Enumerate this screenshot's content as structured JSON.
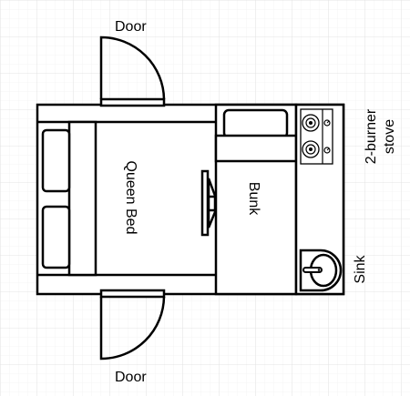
{
  "labels": {
    "door_top": "Door",
    "door_bottom": "Door",
    "queen_bed": "Queen Bed",
    "bunk": "Bunk",
    "stove_line1": "2-burner",
    "stove_line2": "stove",
    "sink": "Sink"
  },
  "colors": {
    "stroke": "#000000",
    "grid": "#e6e6e6",
    "background": "#ffffff"
  }
}
